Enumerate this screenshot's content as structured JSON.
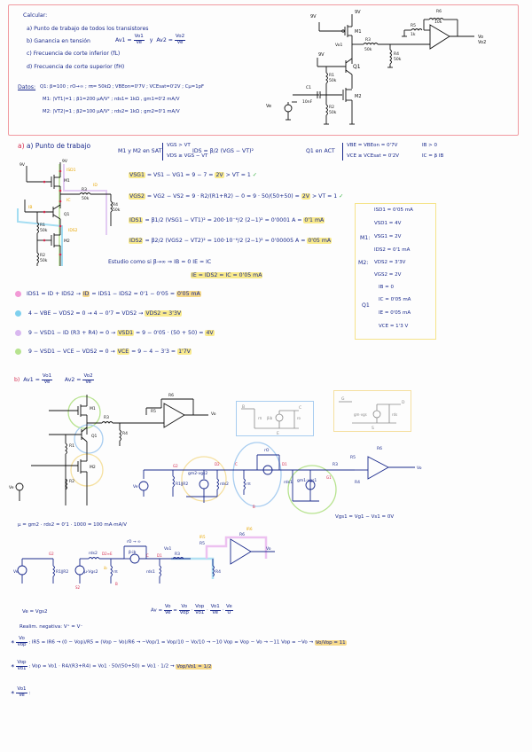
{
  "problem": {
    "heading": "Calcular:",
    "items": [
      "a) Punto de trabajo de todos los transistores",
      "b) Ganancia en tensión",
      "c) Frecuencia de corte inferior (fL)",
      "d) Frecuencia de corte superior (fH)"
    ],
    "gain_av1_lhs": "Av1 =",
    "gain_av1_num": "Vo1",
    "gain_av1_den": "Ve",
    "gain_and": "y",
    "gain_av2_lhs": "Av2 =",
    "gain_av2_num": "Vo2",
    "gain_av2_den": "Ve",
    "data_label": "Datos:",
    "data_q1": "Q1: β=100 ; rO→∞ ; rπ= 50kΩ ; VBEon=0'7V ; VCEsat=0'2V ; Cμ=1pF",
    "data_m1": "M1: |VT1|=1 ; β1=200 µA/V² ; rds1= 1kΩ , gm1=0'2 mA/V",
    "data_m2": "M2: |VT2|=1 ; β2=100 µA/V² ; rds2= 1kΩ ; gm2=0'1 mA/V"
  },
  "circuit_top": {
    "labels": {
      "vdd1": "9V",
      "vdd2": "9V",
      "vbias": "9V",
      "m1": "M1",
      "m2": "M2",
      "q1": "Q1",
      "r1": "R1",
      "r1_val": "50k",
      "r2": "R2",
      "r2_val": "50k",
      "r3": "R3",
      "r3_val": "50k",
      "r4": "R4",
      "r4_val": "50k",
      "r5": "R5",
      "r5_val": "1k",
      "r6": "R6",
      "r6_val": "10k",
      "c1": "C1",
      "c1_val": "10nF",
      "ve": "Ve",
      "vo1": "Vo1",
      "vo": "Vo",
      "vo2": "Vo2"
    }
  },
  "section_a": {
    "title": "a) Punto de trabajo",
    "sat_cond_lhs": "M1 y M2 en SAT",
    "sat_cond_1": "VGS > VT",
    "sat_cond_2": "VDS ≥ VGS − VT",
    "ids_formula": "IDS = β/2 (VGS − VT)²",
    "q1_cond_lhs": "Q1 en ACT",
    "q1_cond_1": "VBE = VBEon = 0'7V",
    "q1_cond_2": "VCE ≥ VCEsat = 0'2V",
    "q1_cond_3": "IB > 0",
    "q1_cond_4": "IC = β IB",
    "eq1_lhs": "VSG1",
    "eq1_rhs": "= VS1 − VG1 = 9 − 7 =",
    "eq1_result": "2V",
    "eq1_check": "> VT = 1",
    "eq2_lhs": "VGS2",
    "eq2_rhs": "= VG2 − VS2 = 9 · R2/(R1+R2) − 0 = 9 · 50/(50+50) =",
    "eq2_result": "2V",
    "eq2_check": "> VT = 1",
    "eq3_lhs": "IDS1",
    "eq3_rhs": "= β1/2 (VSG1 − VT1)² = 200·10⁻⁶/2 (2−1)² = 0'0001 A =",
    "eq3_result": "0'1 mA",
    "eq4_lhs": "IDS2",
    "eq4_rhs": "= β2/2 (VGS2 − VT2)² = 100·10⁻⁶/2 (2−1)² = 0'00005 A =",
    "eq4_result": "0'05 mA",
    "study_note": "Estudio como si β→∞ ⇒ IB = 0   IE = IC",
    "ie_eq": "IE = IDS2 = IC = 0'05 mA",
    "kcl1": "IDS1 = ID + IDS2 →",
    "kcl1_mid": "ID",
    "kcl1_rhs": "= IDS1 − IDS2 = 0'1 − 0'05 =",
    "kcl1_result": "0'05 mA",
    "kvl1": "4 − VBE − VDS2 = 0 → 4 − 0'7 = VDS2 →",
    "kvl1_result": "VDS2 = 3'3V",
    "kvl2": "9 − VSD1 − ID (R3 + R4) = 0 →",
    "kvl2_lhs": "VSD1",
    "kvl2_rhs": "= 9 − 0'05 · (50 + 50) =",
    "kvl2_result": "4V",
    "kvl3": "9 − VSD1 − VCE − VDS2 = 0 →",
    "kvl3_lhs": "VCE",
    "kvl3_rhs": "= 9 − 4 − 3'3 =",
    "kvl3_result": "1'7V",
    "bullet_colors": [
      "#f29ad6",
      "#7fd0ee",
      "#d9b8f0",
      "#b7e38f"
    ],
    "results": {
      "m1_label": "M1:",
      "m1": [
        "ISD1 = 0'05 mA",
        "VSD1 = 4V",
        "VSG1 = 2V"
      ],
      "m2_label": "M2:",
      "m2": [
        "IDS2 = 0'1 mA",
        "VDS2 = 3'3V",
        "VGS2 = 2V"
      ],
      "q1_label": "Q1",
      "q1": [
        "IB = 0",
        "IC = 0'05 mA",
        "IE = 0'05 mA",
        "VCE = 1'3 V"
      ]
    }
  },
  "section_b": {
    "title": "b)",
    "av1": "Av1 =",
    "av1_num": "Vo1",
    "av1_den": "Ve",
    "av2": "Av2 =",
    "av2_num": "Vo2",
    "av2_den": "Ve",
    "bjt_model": {
      "b": "B",
      "c": "C",
      "e": "E",
      "rpi": "rπ",
      "ib": "ib",
      "beta_ib": "βib",
      "ro": "ro"
    },
    "mos_model": {
      "g": "G",
      "d": "D",
      "s": "S",
      "gm": "gm·vgs",
      "rds": "rds"
    },
    "small_signal_labels": {
      "ve": "Ve",
      "r12": "R1‖R2",
      "gm": "gm2·vgs2",
      "rds2": "rds2",
      "rpi": "rπ",
      "ro": "rO",
      "gm1": "gm1·vgs1",
      "rds1": "rds1",
      "r3": "R3",
      "r4": "R4",
      "r5": "R5",
      "r6": "R6",
      "vo": "Vo",
      "g2": "G2",
      "d2": "D2",
      "c": "C",
      "e": "E",
      "b": "B",
      "d1": "D1",
      "g1": "G1",
      "s1": "S1",
      "s2": "S2"
    },
    "vgs1_note": "Vgs1 = Vg1 − Vs1 = 0V",
    "mu_eq": "µ = gm2 · rds2 = 0'1 · 1000 = 100 mA·mA/V",
    "second_labels": {
      "ve": "Ve",
      "r12": "R1‖R2",
      "mu": "µ·Vgs2",
      "rds2": "rds2",
      "ro": "rO → ∞",
      "bib": "β·ib",
      "rpi": "rπ",
      "ib": "ib",
      "rds1": "rds1",
      "r3": "R3",
      "r4": "R4",
      "r5": "R5",
      "r6": "R6",
      "ir5": "IR5",
      "ir6": "IR6",
      "vo": "Vo",
      "vo1": "Vo1",
      "vop": "Vop",
      "g2": "G2",
      "s2": "S2",
      "d2e": "D2≡E",
      "c": "C",
      "d1": "D1",
      "b": "B",
      "op": "0P"
    },
    "ve_eq": "Ve = Vgs2",
    "av_chain": "Av =",
    "av_chain_fracs": [
      [
        "Vo",
        "Ve"
      ],
      [
        "Vo",
        "Vop"
      ],
      [
        "Vop",
        "Vo1"
      ],
      [
        "Vo1",
        "Ve"
      ],
      [
        "Ve",
        "U"
      ]
    ],
    "feedback_title": "Realim. negativa: V⁺ = V⁻",
    "step1_lhs": [
      "Vo",
      "Vop"
    ],
    "step1": ": IR5 = IR6 → (0 − Vop)/R5 = (Vop − Vo)/R6 → −Vop/1 = Vop/10 − Vo/10 → −10 Vop = Vop − Vo → −11 Vop = −Vo →",
    "step1_result": "Vo/Vop = 11",
    "step2_lhs": [
      "Vop",
      "Vo1"
    ],
    "step2": ": Vop = Vo1 · R4/(R3+R4) = Vo1 · 50/(50+50) = Vo1 · 1/2 →",
    "step2_result": "Vop/Vo1 = 1/2",
    "step3_lhs": [
      "Vo1",
      "Ve"
    ],
    "step3": ":"
  }
}
